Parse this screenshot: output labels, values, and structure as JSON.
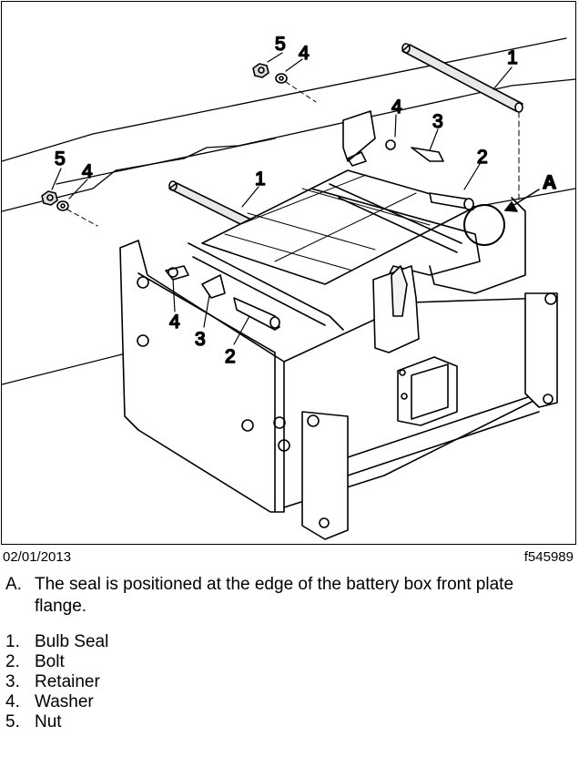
{
  "figure": {
    "date": "02/01/2013",
    "figure_id": "f545989",
    "callouts": {
      "nut_top": "5",
      "washer_top": "4",
      "nut_left": "5",
      "washer_left": "4",
      "bulb_seal_right": "1",
      "bulb_seal_left": "1",
      "washer_right": "4",
      "retainer_right": "3",
      "bolt_right": "2",
      "detail_a": "A",
      "washer_front": "4",
      "retainer_front": "3",
      "bolt_front": "2"
    }
  },
  "caption": {
    "letter": "A.",
    "text": "The seal is positioned at the edge of the battery box front plate flange."
  },
  "legend": [
    {
      "num": "1.",
      "label": "Bulb Seal"
    },
    {
      "num": "2.",
      "label": "Bolt"
    },
    {
      "num": "3.",
      "label": "Retainer"
    },
    {
      "num": "4.",
      "label": "Washer"
    },
    {
      "num": "5.",
      "label": "Nut"
    }
  ]
}
